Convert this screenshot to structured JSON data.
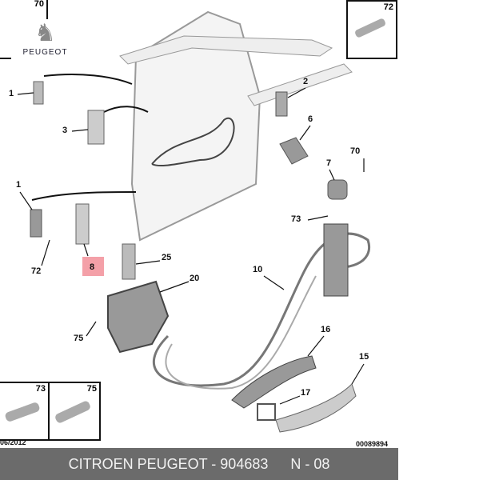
{
  "brand": {
    "name": "PEUGEOT"
  },
  "inset_boxes": {
    "top_left": "70",
    "top_right": "72",
    "bottom_left": "73",
    "bottom_right": "75"
  },
  "callouts": [
    {
      "id": "1a",
      "label": "1"
    },
    {
      "id": "2",
      "label": "2"
    },
    {
      "id": "3",
      "label": "3"
    },
    {
      "id": "6",
      "label": "6"
    },
    {
      "id": "70",
      "label": "70"
    },
    {
      "id": "7",
      "label": "7"
    },
    {
      "id": "1b",
      "label": "1"
    },
    {
      "id": "73",
      "label": "73"
    },
    {
      "id": "8",
      "label": "8"
    },
    {
      "id": "72",
      "label": "72"
    },
    {
      "id": "25",
      "label": "25"
    },
    {
      "id": "20",
      "label": "20"
    },
    {
      "id": "10",
      "label": "10"
    },
    {
      "id": "75",
      "label": "75"
    },
    {
      "id": "16",
      "label": "16"
    },
    {
      "id": "15",
      "label": "15"
    },
    {
      "id": "17",
      "label": "17"
    }
  ],
  "date": "06/2012",
  "diagram_code": "00089894",
  "footer": {
    "brand": "CITROEN PEUGEOT - 904683",
    "section": "N - 08"
  },
  "colors": {
    "highlight": "#f4a0a8",
    "footer_bg": "#6b6b6b"
  }
}
